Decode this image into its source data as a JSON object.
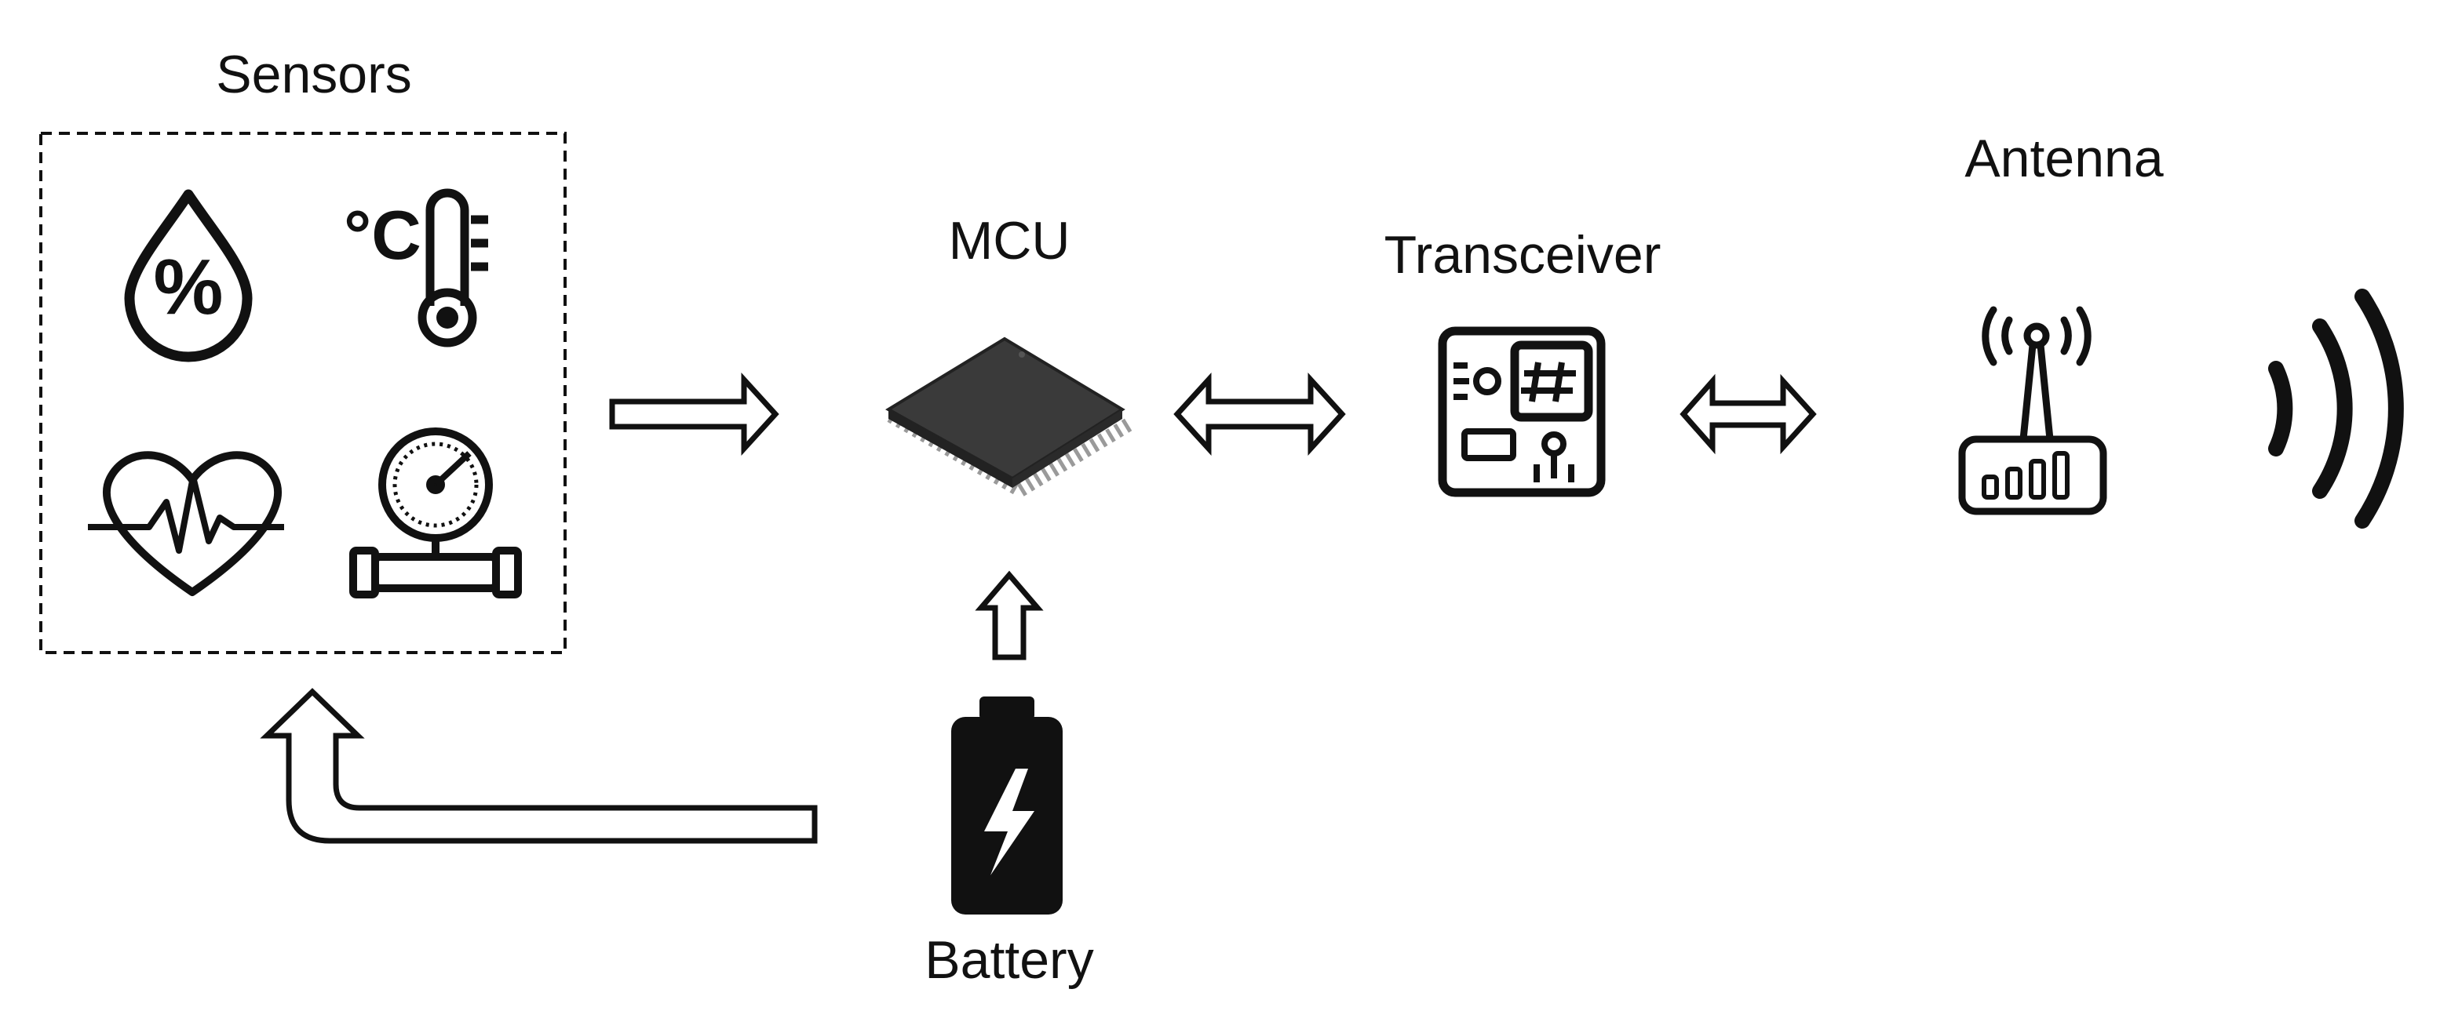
{
  "labels": {
    "sensors": "Sensors",
    "mcu": "MCU",
    "transceiver": "Transceiver",
    "antenna": "Antenna",
    "battery": "Battery"
  },
  "sensors": {
    "temperature_unit": "°C",
    "humidity_symbol": "%",
    "items": [
      "humidity-icon",
      "thermometer-icon",
      "heart-rate-icon",
      "pressure-gauge-icon"
    ]
  },
  "flows": [
    {
      "from": "sensors",
      "to": "mcu",
      "direction": "one-way"
    },
    {
      "from": "mcu",
      "to": "transceiver",
      "direction": "two-way"
    },
    {
      "from": "transceiver",
      "to": "antenna",
      "direction": "two-way"
    },
    {
      "from": "battery",
      "to": "mcu",
      "direction": "one-way"
    },
    {
      "from": "battery",
      "to": "sensors",
      "direction": "one-way"
    }
  ],
  "colors": {
    "stroke": "#111111",
    "chip": "#3a3a3a",
    "pins": "#9a9a9a",
    "background": "#ffffff"
  }
}
